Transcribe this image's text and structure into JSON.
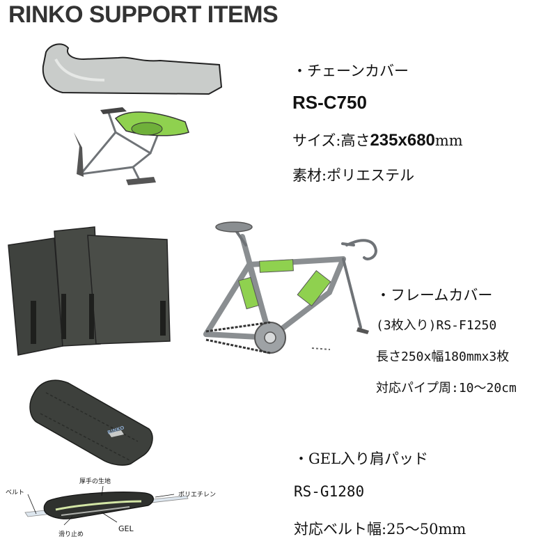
{
  "header": {
    "title": "RINKO SUPPORT ITEMS"
  },
  "chain_cover": {
    "name": "・チェーンカバー",
    "code": "RS-C750",
    "size_prefix": "サイズ:高さ",
    "size_value": "235x680",
    "size_unit": "mm",
    "material": "素材:ポリエステル"
  },
  "frame_cover": {
    "name": "・フレームカバー",
    "code_line": "(3枚入り)RS-F1250",
    "size_line": "長さ250x幅180mmx3枚",
    "pipe_line": "対応パイプ周:10〜20cm"
  },
  "shoulder_pad": {
    "name": "・GEL入り肩パッド",
    "code": "RS-G1280",
    "belt_line": "対応ベルト幅:25〜50mm",
    "brand_mark": "RINKO",
    "labels": {
      "thick_fabric": "厚手の生地",
      "belt": "ベルト",
      "polyethylene": "ポリエチレン",
      "gel": "GEL",
      "non_slip": "滑り止め"
    }
  },
  "colors": {
    "cover_green": "#8fd14f",
    "frame_gray": "#6f7377",
    "fabric_dark": "#3d403c"
  }
}
